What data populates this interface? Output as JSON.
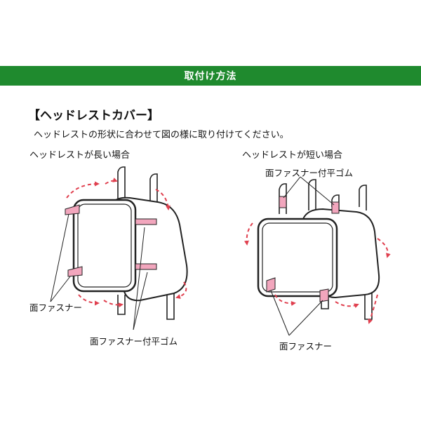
{
  "banner": {
    "title": "取付け方法"
  },
  "section": {
    "title": "【ヘッドレストカバー】",
    "instruction": "ヘッドレストの形状に合わせて図の様に取り付けてください。"
  },
  "left": {
    "caption": "ヘッドレストが長い場合",
    "label_fastener": "面ファスナー",
    "label_fastener_elastic": "面ファスナー付平ゴム"
  },
  "right": {
    "caption": "ヘッドレストが短い場合",
    "label_fastener_elastic": "面ファスナー付平ゴム",
    "label_fastener": "面ファスナー"
  },
  "colors": {
    "banner": "#1f8a2e",
    "arrow": "#e0404f",
    "strap": "#f2a6bd"
  }
}
